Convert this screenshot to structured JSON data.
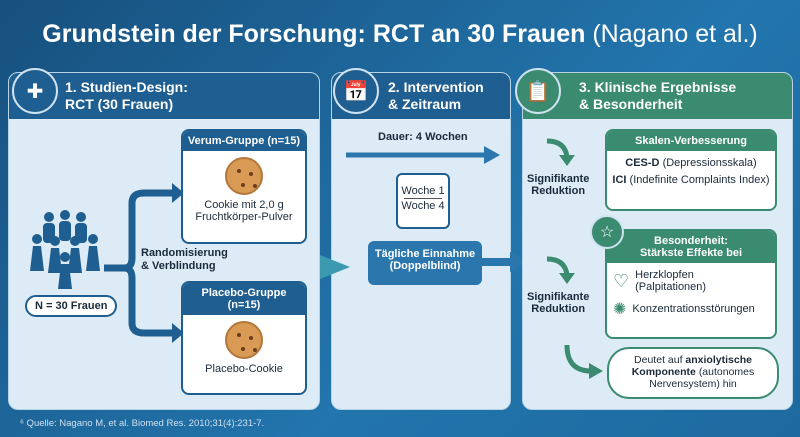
{
  "title": {
    "main": "Grundstein der Forschung: RCT an 30 Frauen",
    "suffix": "(Nagano et al.)"
  },
  "panel1": {
    "heading_line1": "1. Studien-Design:",
    "heading_line2": "RCT (30 Frauen)",
    "participants": "N = 30 Frauen",
    "randomization_line1": "Randomisierung",
    "randomization_line2": "& Verblindung",
    "verum": {
      "header": "Verum-Gruppe (n=15)",
      "line1": "Cookie mit 2,0 g",
      "line2": "Fruchtkörper-Pulver"
    },
    "placebo": {
      "header_line1": "Placebo-Gruppe",
      "header_line2": "(n=15)",
      "label": "Placebo-Cookie"
    }
  },
  "panel2": {
    "heading_line1": "2. Intervention",
    "heading_line2": "& Zeitraum",
    "duration": "Dauer: 4 Wochen",
    "week_start": "Woche 1",
    "week_end": "Woche 4",
    "intake_line1": "Tägliche Einnahme",
    "intake_line2": "(Doppelblind)"
  },
  "panel3": {
    "heading_line1": "3. Klinische Ergebnisse",
    "heading_line2": "& Besonderheit",
    "reduction_line1": "Signifikante",
    "reduction_line2": "Reduktion",
    "scales": {
      "header": "Skalen-Verbesserung",
      "item1_bold": "CES-D",
      "item1_rest": "(Depressionsskala)",
      "item2_bold": "ICI",
      "item2_rest": "(Indefinite Complaints Index)"
    },
    "special": {
      "header_line1": "Besonderheit:",
      "header_line2": "Stärkste Effekte bei",
      "item1_line1": "Herzklopfen",
      "item1_line2": "(Palpitationen)",
      "item2": "Konzentrationsstörungen"
    },
    "conclusion": {
      "pre": "Deutet auf",
      "bold": "anxiolytische Komponente",
      "post": "(autonomes Nervensystem) hin"
    }
  },
  "footer": {
    "source": "⁶ Quelle: Nagano M, et al. Biomed Res. 2010;31(4):231-7."
  }
}
